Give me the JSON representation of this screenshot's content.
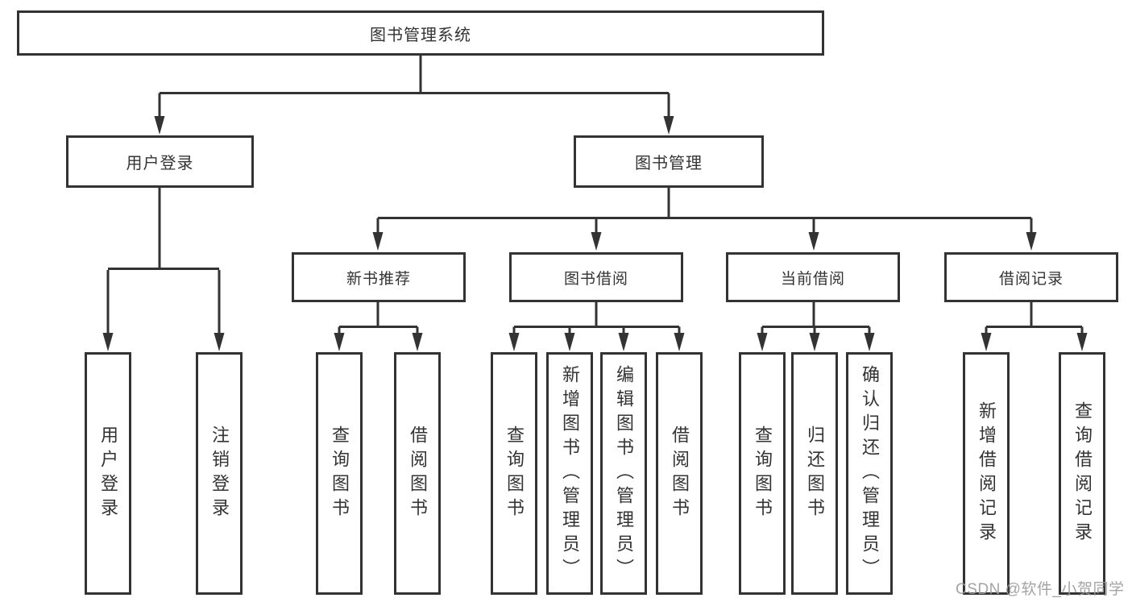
{
  "nodes": {
    "root": "图书管理系统",
    "user_login": "用户登录",
    "book_mgmt": "图书管理",
    "new_book": "新书推荐",
    "book_borrow": "图书借阅",
    "current_borrow": "当前借阅",
    "borrow_record": "借阅记录"
  },
  "leaves": {
    "user": [
      "用户登录",
      "注销登录"
    ],
    "new_book": [
      "查询图书",
      "借阅图书"
    ],
    "book_borrow": [
      "查询图书",
      "新增图书（管理员）",
      "编辑图书（管理员）",
      "借阅图书"
    ],
    "current_borrow": [
      "查询图书",
      "归还图书",
      "确认归还（管理员）"
    ],
    "borrow_record": [
      "新增借阅记录",
      "查询借阅记录"
    ]
  },
  "watermark": {
    "text": "CSDN @软件_小贺同学"
  },
  "colors": {
    "line": "#333333",
    "text": "#333333",
    "watermark": "#9c9c9c",
    "background": "#ffffff"
  }
}
